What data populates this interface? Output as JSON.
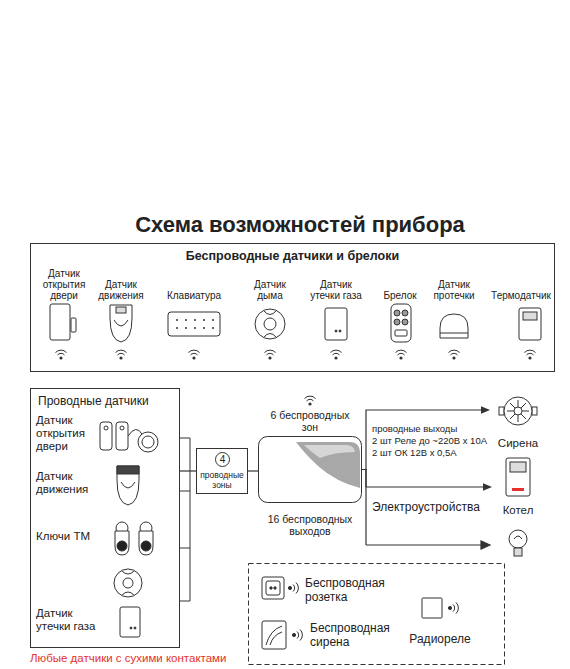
{
  "diagram": {
    "title": "Схема возможностей прибора",
    "nodes": [
      {
        "text": [
          "Беспроводные датчики и брелоки"
        ]
      },
      {
        "text": [
          "Датчик открытия двери"
        ],
        "in": 0
      },
      {
        "text": [
          "Датчик движения"
        ],
        "in": 0
      },
      {
        "text": [
          "Клавиатура"
        ],
        "in": 0
      },
      {
        "text": [
          "Датчик дыма"
        ],
        "in": 0
      },
      {
        "text": [
          "Датчик утечки газа"
        ],
        "in": 0
      },
      {
        "text": [
          "Брелок"
        ],
        "in": 0
      },
      {
        "text": [
          "Датчик протечки"
        ],
        "in": 0
      },
      {
        "text": [
          "Термодатчик"
        ],
        "in": 0
      },
      {
        "text": [
          "Проводные датчики"
        ]
      },
      {
        "text": [
          "Датчик открытия двери"
        ],
        "in": 9
      },
      {
        "text": [
          "Датчик движения"
        ],
        "in": 9
      },
      {
        "text": [
          "Ключи ТМ"
        ],
        "in": 9
      },
      {
        "text": [
          "Датчик утечки газа"
        ],
        "in": 9
      },
      {
        "text": [
          "4",
          "проводные зоны"
        ]
      },
      {
        "text": [
          "6 беспроводных зон",
          "16 беспроводных выходов"
        ]
      },
      {
        "text": [
          "Сирена"
        ]
      },
      {
        "text": [
          "Котел"
        ]
      },
      {
        "text": [
          "Беспроводная розетка"
        ]
      },
      {
        "text": [
          "Беспроводная сирена"
        ]
      },
      {
        "text": [
          "Радиореле"
        ]
      }
    ],
    "edges": [
      {
        "from": 9,
        "to": 14,
        "arrow": "none"
      },
      {
        "from": 14,
        "to": 15,
        "arrow": "none"
      },
      {
        "from": 15,
        "to": 16,
        "arrow": "to"
      },
      {
        "from": 15,
        "to": 17,
        "arrow": "to"
      }
    ],
    "labels": [
      "проводные выходы",
      "2 шт Реле до ~220В х 10А",
      "2 шт ОК 12В х 0,5А",
      "Электроустройства",
      "Любые датчики с сухими контактами"
    ]
  }
}
